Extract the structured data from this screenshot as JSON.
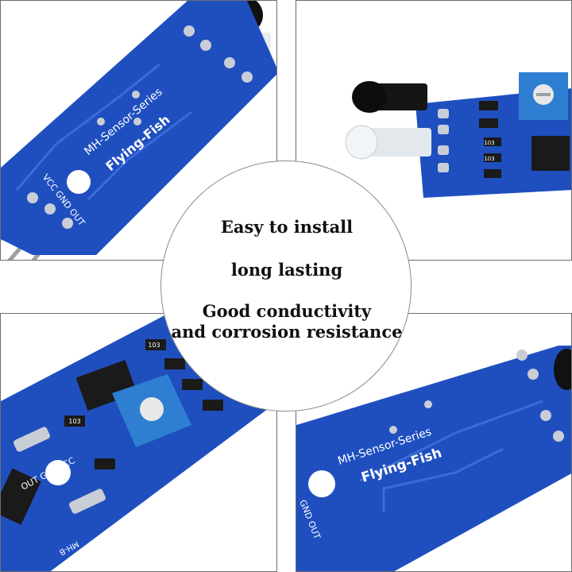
{
  "features": {
    "line1": "Easy to install",
    "line2": "long lasting",
    "line3a": "Good conductivity",
    "line3b": "and corrosion resistance"
  },
  "board_silkscreen": {
    "series": "MH-Sensor-Series",
    "brand": "Flying-Fish",
    "pins_tl": "VCC GND OUT",
    "pins_bl": "OUT GNDVCC",
    "pins_br": "GND OUT",
    "model": "MH-B",
    "res_code": "103"
  },
  "colors": {
    "board": "#1f4fbf",
    "board_dark": "#163a93",
    "pad": "#c9ced6",
    "pot": "#2e7fd1",
    "ir_led": "#111111",
    "receiver": "#e6ebee",
    "ic": "#1a1a1a",
    "outline": "#6e6e6e"
  }
}
